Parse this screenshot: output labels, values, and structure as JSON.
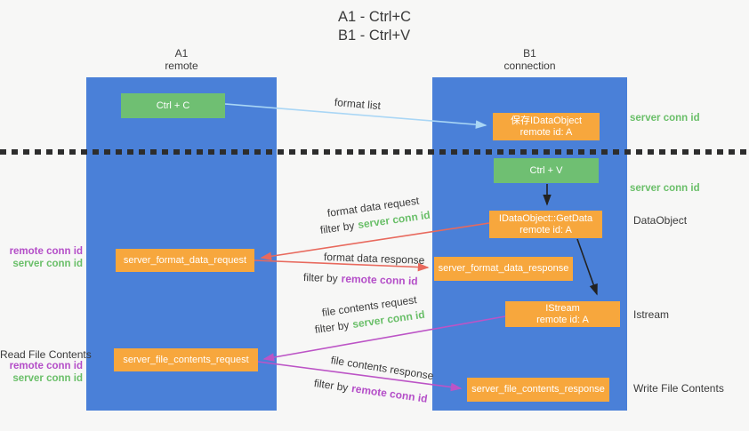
{
  "title": {
    "line1": "A1 - Ctrl+C",
    "line2": "B1 - Ctrl+V"
  },
  "lanes": {
    "left": {
      "title": "A1",
      "subtitle": "remote"
    },
    "right": {
      "title": "B1",
      "subtitle": "connection"
    }
  },
  "nodes": {
    "ctrl_c": {
      "label": "Ctrl + C"
    },
    "ctrl_v": {
      "label": "Ctrl + V"
    },
    "save_dataobject": {
      "line1": "保存IDataObject",
      "line2": "remote id: A"
    },
    "getdata": {
      "line1": "IDataObject::GetData",
      "line2": "remote id: A"
    },
    "istream": {
      "line1": "IStream",
      "line2": "remote id: A"
    },
    "format_request": {
      "label": "server_format_data_request"
    },
    "format_response": {
      "label": "server_format_data_response"
    },
    "file_request": {
      "label": "server_file_contents_request"
    },
    "file_response": {
      "label": "server_file_contents_response"
    }
  },
  "edge_labels": {
    "format_list": "format list",
    "format_data_request": "format data request",
    "format_data_response": "format data response",
    "file_contents_request": "file contents request",
    "file_contents_response": "file contents response",
    "filter_by": "filter by",
    "server_conn_id": "server conn id",
    "remote_conn_id": "remote conn id"
  },
  "side_labels": {
    "right_server_conn_id_top": "server conn id",
    "right_server_conn_id_mid": "server conn id",
    "dataobject": "DataObject",
    "istream": "Istream",
    "write_file_contents": "Write File Contents",
    "read_file_contents": "Read File Contents",
    "left_remote_conn_id_1": "remote conn id",
    "left_server_conn_id_1": "server conn id",
    "left_remote_conn_id_2": "remote conn id",
    "left_server_conn_id_2": "server conn id"
  },
  "colors": {
    "lane_blue": "#4a80d8",
    "node_green": "#6fbf72",
    "node_orange": "#f7a73d",
    "arrow_light_blue": "#a9d6f5",
    "arrow_red": "#e8695d",
    "arrow_purple": "#bc54c6",
    "arrow_black": "#222222",
    "text_green": "#6abf69",
    "text_purple": "#b44ec8",
    "text_dark": "#3a3a3a",
    "background": "#f7f7f6",
    "divider_black": "#2d2d2d"
  }
}
